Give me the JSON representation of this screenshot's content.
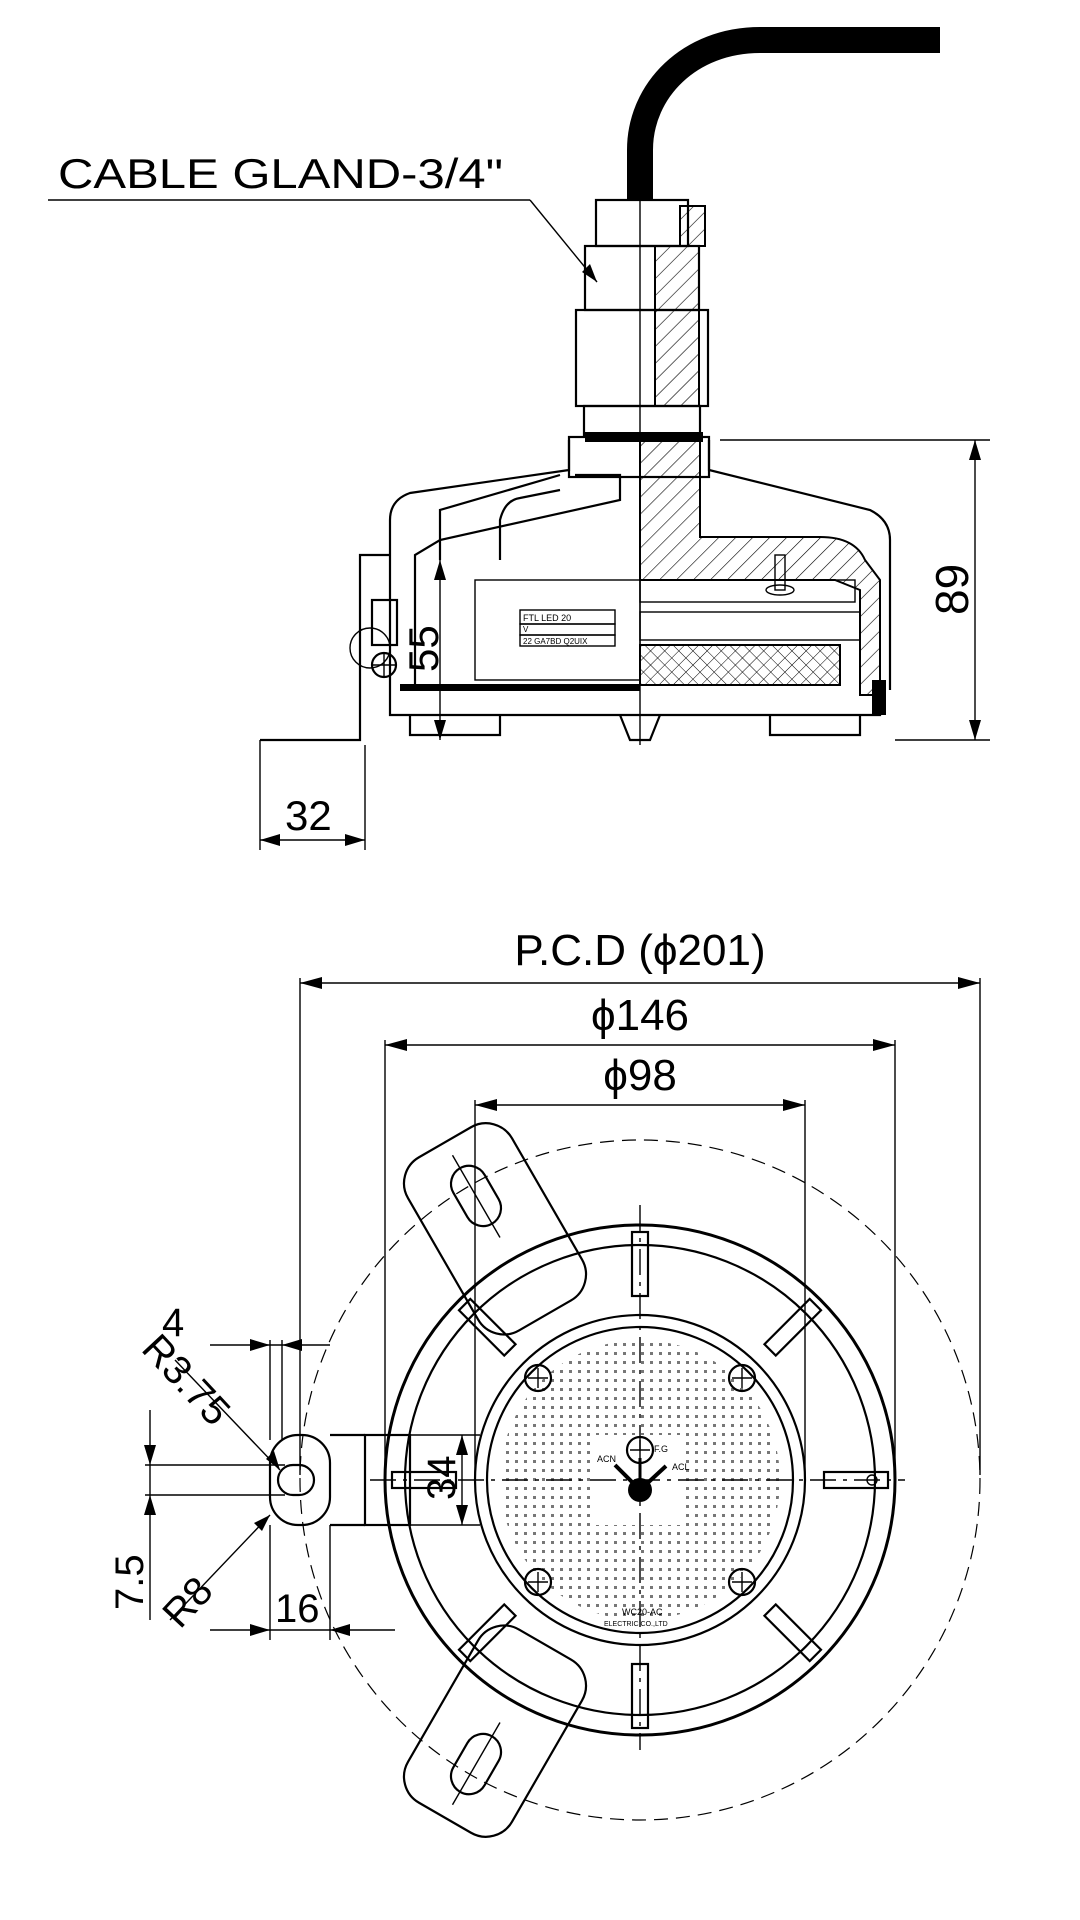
{
  "side_view": {
    "callout": "CABLE GLAND-3/4\"",
    "dim_height": "89",
    "dim_55": "55",
    "dim_32": "32",
    "plate_lines": [
      "FTL LED 20",
      "V",
      "22 GA7BD Q2UIX"
    ]
  },
  "top_view": {
    "dim_pcd": "P.C.D (ϕ201)",
    "dim_146": "ϕ146",
    "dim_98": "ϕ98",
    "dim_4": "4",
    "dim_r375": "R3.75",
    "dim_34": "34",
    "dim_75": "7.5",
    "dim_r8": "R8",
    "dim_16": "16",
    "terminal_labels": {
      "acn": "ACN",
      "fg": "F.G",
      "acl": "ACL"
    },
    "board_text": {
      "model": "WC20-AC",
      "maker": "ELECTRIC CO.,LTD"
    }
  }
}
